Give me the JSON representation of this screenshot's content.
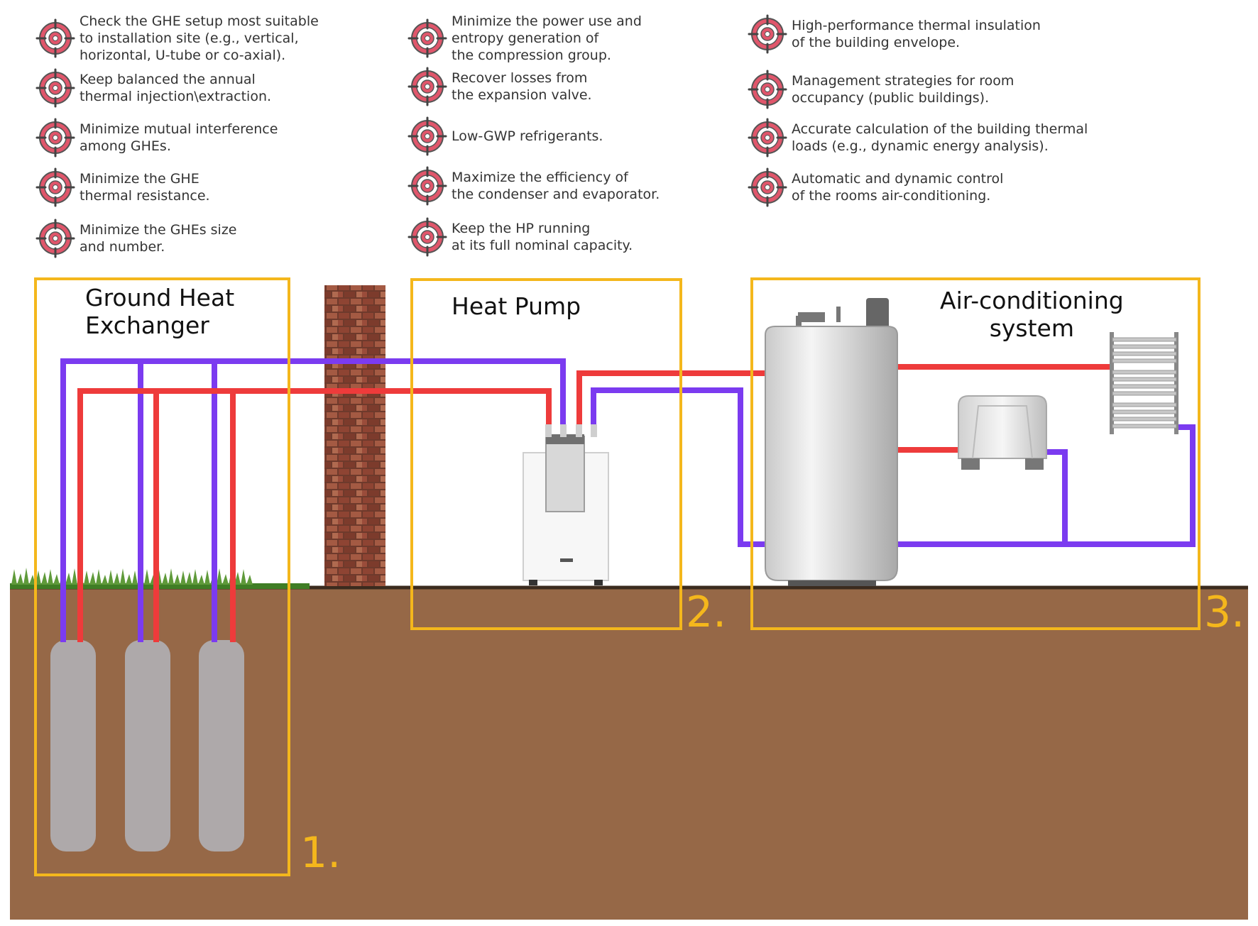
{
  "colors": {
    "frame": "#f4b71c",
    "cold_pipe": "#7b3bf0",
    "hot_pipe": "#ee3b3b",
    "soil": "#966847",
    "grass": "#4e8a2b",
    "probe": "#aea9aa",
    "brick": "#8b3a2a",
    "target_icon": "#e0566b"
  },
  "icons": [
    "target-icon"
  ],
  "columns": [
    {
      "objectives": [
        {
          "text": "Check the GHE setup most suitable\nto installation site (e.g., vertical,\nhorizontal, U-tube or co-axial)."
        },
        {
          "text": "Keep balanced the annual\nthermal injection\\extraction."
        },
        {
          "text": "Minimize mutual interference\namong GHEs."
        },
        {
          "text": "Minimize the GHE\nthermal resistance."
        },
        {
          "text": "Minimize the GHEs size\nand number."
        }
      ]
    },
    {
      "objectives": [
        {
          "text": "Minimize the power use and\nentropy generation of\nthe compression group."
        },
        {
          "text": "Recover losses from\nthe expansion valve."
        },
        {
          "text": "Low-GWP refrigerants."
        },
        {
          "text": "Maximize the efficiency of\nthe condenser and evaporator."
        },
        {
          "text": "Keep the HP running\nat its full nominal capacity."
        }
      ]
    },
    {
      "objectives": [
        {
          "text": "High-performance thermal insulation\nof the building envelope."
        },
        {
          "text": "Management strategies for room\noccupancy (public buildings)."
        },
        {
          "text": "Accurate calculation of the building thermal\nloads (e.g., dynamic energy analysis)."
        },
        {
          "text": "Automatic and dynamic control\nof the rooms air-conditioning."
        }
      ]
    }
  ],
  "sections": [
    {
      "title": "Ground Heat\nExchanger",
      "number": "1."
    },
    {
      "title": "Heat Pump",
      "number": "2."
    },
    {
      "title": "Air-conditioning\nsystem",
      "number": "3."
    }
  ]
}
